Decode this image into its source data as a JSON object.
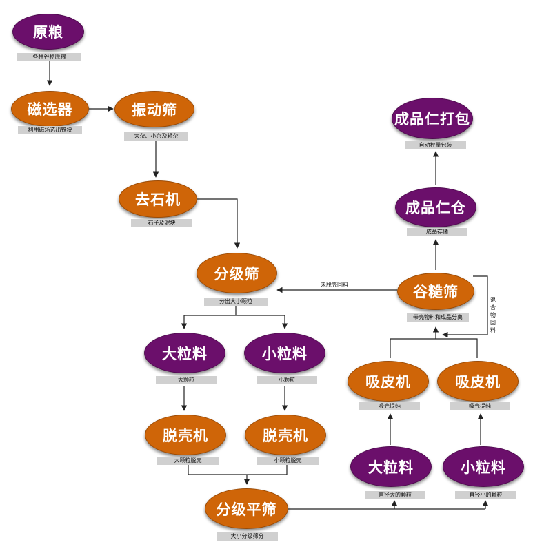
{
  "colors": {
    "purple": "#6b0f6b",
    "orange": "#cf6508",
    "caption_bg": "#d0d0d0",
    "arrow": "#222222"
  },
  "nodes": {
    "raw_grain": {
      "label": "原粮",
      "caption": "各种谷物原粮"
    },
    "magnetic_separator": {
      "label": "磁选器",
      "caption": "利用磁场选出铁块"
    },
    "vibrating_screen": {
      "label": "振动筛",
      "caption": "大杂、小杂及轻杂"
    },
    "destoner": {
      "label": "去石机",
      "caption": "石子及泥块"
    },
    "grading_screen": {
      "label": "分级筛",
      "caption": "分出大小颗粒"
    },
    "large_grain_left": {
      "label": "大粒料",
      "caption": "大颗粒"
    },
    "small_grain_left": {
      "label": "小粒料",
      "caption": "小颗粒"
    },
    "huller_left": {
      "label": "脱壳机",
      "caption": "大颗粒脱壳"
    },
    "huller_right": {
      "label": "脱壳机",
      "caption": "小颗粒脱壳"
    },
    "flat_grading_screen": {
      "label": "分级平筛",
      "caption": "大小分级筛分"
    },
    "large_grain_right": {
      "label": "大粒料",
      "caption": "直径大的颗粒"
    },
    "small_grain_right": {
      "label": "小粒料",
      "caption": "直径小的颗粒"
    },
    "aspirator_left": {
      "label": "吸皮机",
      "caption": "吸壳提纯"
    },
    "aspirator_right": {
      "label": "吸皮机",
      "caption": "吸壳提纯"
    },
    "paddy_separator": {
      "label": "谷糙筛",
      "caption": "带壳物料和成品分离"
    },
    "kernel_bin": {
      "label": "成品仁仓",
      "caption": "成品存储"
    },
    "kernel_packing": {
      "label": "成品仁打包",
      "caption": "自动秤量包装"
    }
  },
  "edge_labels": {
    "unhulled_return": "未脱壳回料",
    "mixture_return": "混合物回料"
  }
}
